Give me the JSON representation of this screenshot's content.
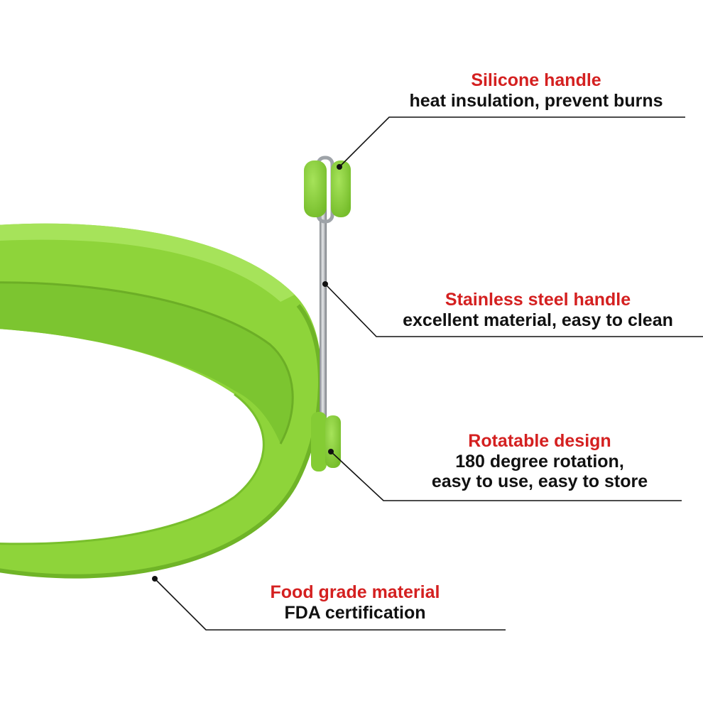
{
  "colors": {
    "background": "#ffffff",
    "ring_green": "#8ed43a",
    "ring_green_dark": "#6fb427",
    "ring_green_light": "#a6e35a",
    "steel": "#b8bcc0",
    "heading_red": "#d42020",
    "text_dark": "#111111",
    "leader_line": "#111111"
  },
  "callouts": {
    "silicone": {
      "title": "Silicone handle",
      "desc": "heat insulation, prevent burns"
    },
    "steel": {
      "title": "Stainless steel handle",
      "desc": "excellent material, easy to clean"
    },
    "rotate": {
      "title": "Rotatable design",
      "desc_line1": "180 degree rotation,",
      "desc_line2": "easy to use, easy to store"
    },
    "food": {
      "title": "Food grade material",
      "desc": "FDA certification"
    }
  }
}
